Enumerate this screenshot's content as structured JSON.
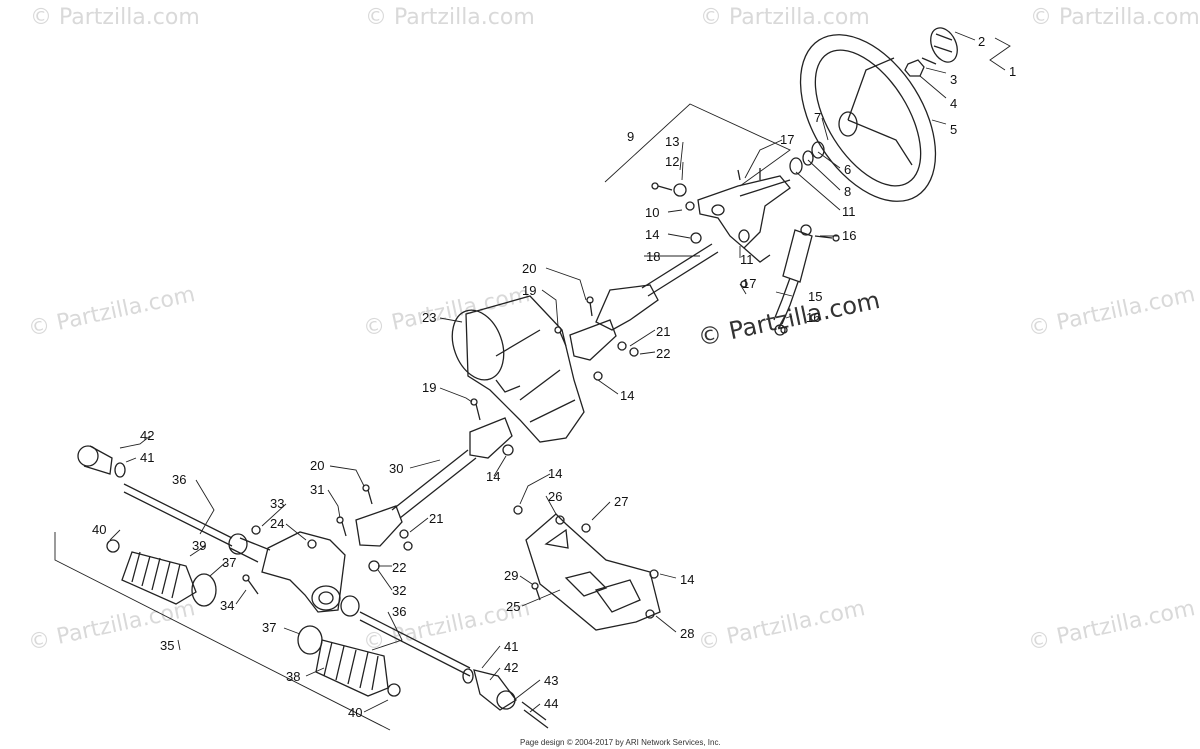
{
  "watermark": {
    "small": "© Partzilla.com",
    "main": "© Partzilla.com"
  },
  "footer": "Page design © 2004-2017 by ARI Network Services, Inc.",
  "callouts": [
    {
      "id": "c1",
      "text": "1"
    },
    {
      "id": "c2",
      "text": "2"
    },
    {
      "id": "c3",
      "text": "3"
    },
    {
      "id": "c4",
      "text": "4"
    },
    {
      "id": "c5",
      "text": "5"
    },
    {
      "id": "c6",
      "text": "6"
    },
    {
      "id": "c7",
      "text": "7"
    },
    {
      "id": "c8",
      "text": "8"
    },
    {
      "id": "c9",
      "text": "9"
    },
    {
      "id": "c10",
      "text": "10"
    },
    {
      "id": "c11a",
      "text": "11"
    },
    {
      "id": "c11b",
      "text": "11"
    },
    {
      "id": "c12",
      "text": "12"
    },
    {
      "id": "c13",
      "text": "13"
    },
    {
      "id": "c14a",
      "text": "14"
    },
    {
      "id": "c14b",
      "text": "14"
    },
    {
      "id": "c14c",
      "text": "14"
    },
    {
      "id": "c14d",
      "text": "14"
    },
    {
      "id": "c14e",
      "text": "14"
    },
    {
      "id": "c15",
      "text": "15"
    },
    {
      "id": "c16a",
      "text": "16"
    },
    {
      "id": "c16b",
      "text": "16"
    },
    {
      "id": "c17a",
      "text": "17"
    },
    {
      "id": "c17b",
      "text": "17"
    },
    {
      "id": "c18",
      "text": "18"
    },
    {
      "id": "c19a",
      "text": "19"
    },
    {
      "id": "c19b",
      "text": "19"
    },
    {
      "id": "c20a",
      "text": "20"
    },
    {
      "id": "c20b",
      "text": "20"
    },
    {
      "id": "c21a",
      "text": "21"
    },
    {
      "id": "c21b",
      "text": "21"
    },
    {
      "id": "c22a",
      "text": "22"
    },
    {
      "id": "c22b",
      "text": "22"
    },
    {
      "id": "c23",
      "text": "23"
    },
    {
      "id": "c24",
      "text": "24"
    },
    {
      "id": "c25",
      "text": "25"
    },
    {
      "id": "c26",
      "text": "26"
    },
    {
      "id": "c27",
      "text": "27"
    },
    {
      "id": "c28",
      "text": "28"
    },
    {
      "id": "c29",
      "text": "29"
    },
    {
      "id": "c30",
      "text": "30"
    },
    {
      "id": "c31",
      "text": "31"
    },
    {
      "id": "c32",
      "text": "32"
    },
    {
      "id": "c33",
      "text": "33"
    },
    {
      "id": "c34",
      "text": "34"
    },
    {
      "id": "c35",
      "text": "35"
    },
    {
      "id": "c36a",
      "text": "36"
    },
    {
      "id": "c36b",
      "text": "36"
    },
    {
      "id": "c37a",
      "text": "37"
    },
    {
      "id": "c37b",
      "text": "37"
    },
    {
      "id": "c38",
      "text": "38"
    },
    {
      "id": "c39",
      "text": "39"
    },
    {
      "id": "c40a",
      "text": "40"
    },
    {
      "id": "c40b",
      "text": "40"
    },
    {
      "id": "c41a",
      "text": "41"
    },
    {
      "id": "c41b",
      "text": "41"
    },
    {
      "id": "c42a",
      "text": "42"
    },
    {
      "id": "c42b",
      "text": "42"
    },
    {
      "id": "c43",
      "text": "43"
    },
    {
      "id": "c44",
      "text": "44"
    }
  ]
}
